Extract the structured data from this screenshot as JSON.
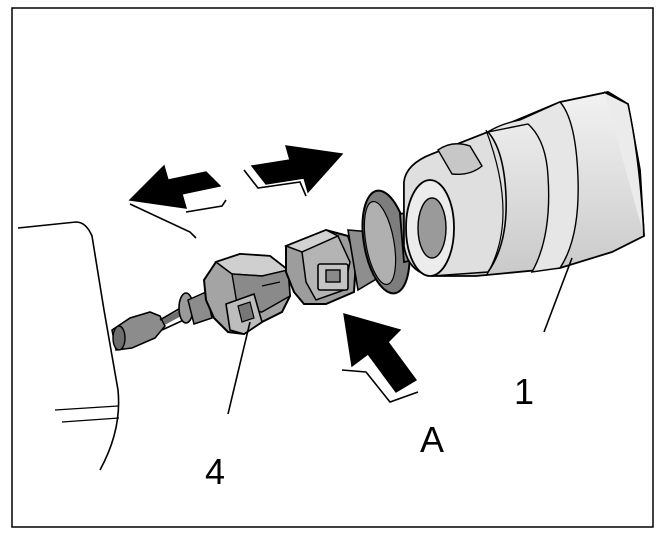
{
  "callouts": {
    "part_1": "1",
    "part_4": "4",
    "view_A": "A"
  },
  "colors": {
    "outline": "#000000",
    "grey_dark": "#6e6e6e",
    "grey_mid": "#a9a9a9",
    "grey_light": "#d9d9d9",
    "grey_pale": "#ededed",
    "background": "#ffffff"
  },
  "icons": {
    "arrow_right": "arrow-right-icon",
    "arrow_left": "arrow-left-icon",
    "arrow_up": "arrow-up-icon"
  }
}
